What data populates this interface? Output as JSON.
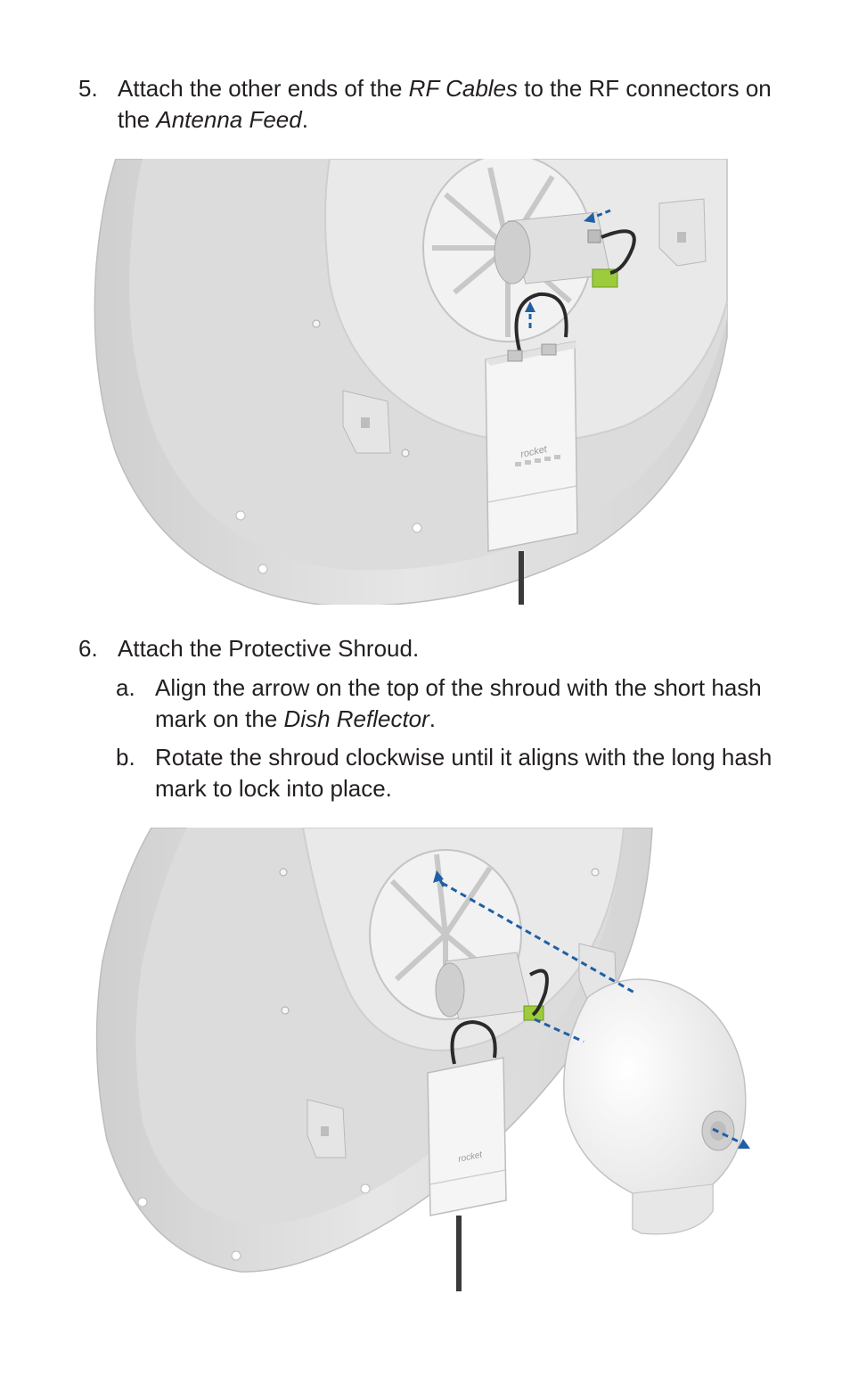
{
  "step5": {
    "number": "5.",
    "text_before": "Attach the other ends of the ",
    "rf_cables": "RF Cables",
    "text_middle": " to the RF connectors on the ",
    "antenna_feed": "Antenna Feed",
    "text_end": "."
  },
  "step6": {
    "number": "6.",
    "text": "Attach the Protective Shroud.",
    "sub_a": {
      "letter": "a.",
      "text_before": "Align the arrow on the top of the shroud with the short hash mark on the ",
      "dish_reflector": "Dish Reflector",
      "text_end": "."
    },
    "sub_b": {
      "letter": "b.",
      "text": "Rotate the shroud clockwise until it aligns with the long hash mark to lock into place."
    }
  },
  "device_label": "rocket",
  "colors": {
    "dish": "#d8d8d8",
    "dish_light": "#ebebeb",
    "arrow_blue": "#1f5fa5",
    "connector_green": "#9ccc3c",
    "cable": "#2a2a2a"
  }
}
